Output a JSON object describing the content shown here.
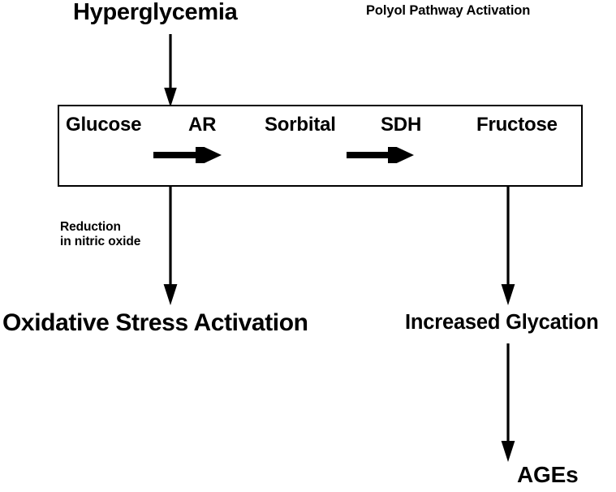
{
  "diagram": {
    "title": "Hyperglycemia",
    "subtitle": "Polyol Pathway Activation",
    "pathway_box": {
      "steps": [
        {
          "label": "Glucose"
        },
        {
          "label": "AR"
        },
        {
          "label": "Sorbital"
        },
        {
          "label": "SDH"
        },
        {
          "label": "Fructose"
        }
      ],
      "arrows": [
        {
          "name": "glucose-to-sorbital-arrow",
          "icon": "right-arrow-icon"
        },
        {
          "name": "sorbital-to-fructose-arrow",
          "icon": "right-arrow-icon"
        }
      ]
    },
    "annotations": {
      "reduction_note": "Reduction\nin nitric oxide"
    },
    "outcomes": {
      "oxidative": "Oxidative Stress Activation",
      "glycation": "Increased Glycation",
      "ages": "AGEs"
    },
    "flow_arrows": [
      {
        "name": "hyperglycemia-to-box-arrow",
        "icon": "down-arrow-icon"
      },
      {
        "name": "box-to-oxidative-arrow",
        "icon": "down-arrow-icon"
      },
      {
        "name": "box-to-glycation-arrow",
        "icon": "down-arrow-icon"
      },
      {
        "name": "glycation-to-ages-arrow",
        "icon": "down-arrow-icon"
      }
    ],
    "colors": {
      "stroke": "#000000",
      "background": "#ffffff"
    }
  }
}
